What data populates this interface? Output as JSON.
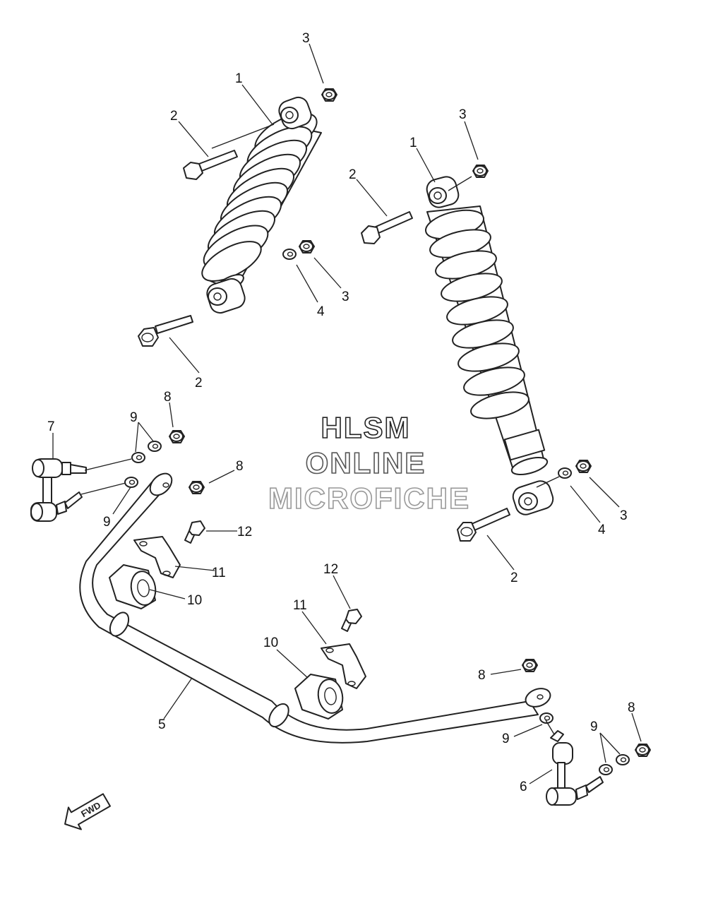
{
  "watermark": {
    "line1": "HLSM",
    "line2": "ONLINE",
    "line3": "MICROFICHE",
    "colors": [
      "#222222",
      "#555555",
      "#999999"
    ]
  },
  "direction_marker": {
    "label": "FWD",
    "icon": "fwd-arrow-icon"
  },
  "callouts": {
    "c1": "1",
    "c2": "2",
    "c3": "3",
    "c4": "4",
    "c5": "5",
    "c6": "6",
    "c7": "7",
    "c8": "8",
    "c9": "9",
    "c10": "10",
    "c11": "11",
    "c12": "12"
  }
}
